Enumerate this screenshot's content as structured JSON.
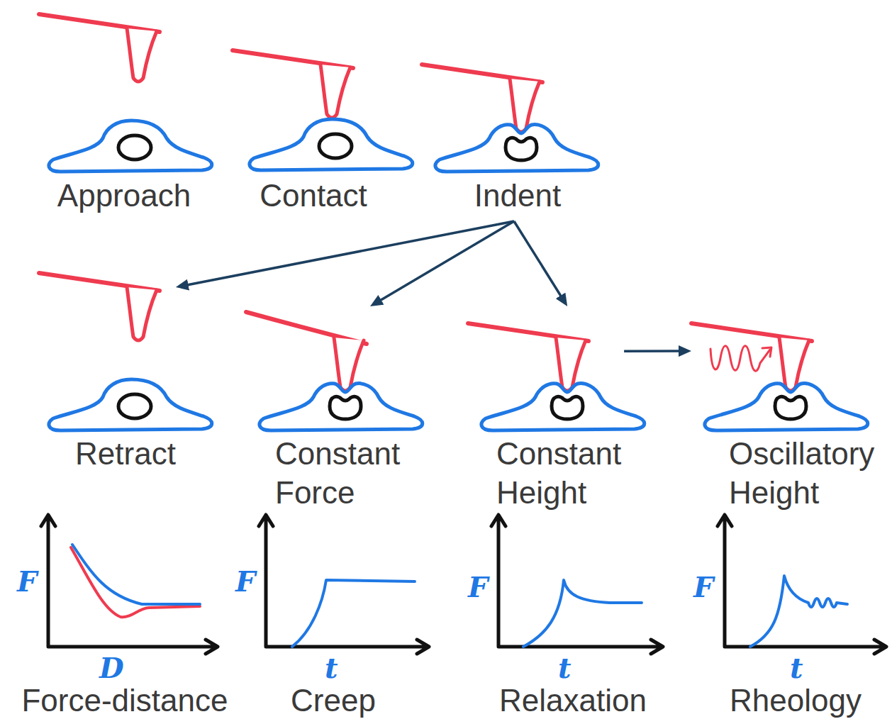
{
  "diagram": {
    "nodes": [
      {
        "text": [
          "Approach"
        ]
      },
      {
        "text": [
          "Contact"
        ]
      },
      {
        "text": [
          "Indent"
        ]
      },
      {
        "text": [
          "Retract"
        ]
      },
      {
        "text": [
          "Constant Force"
        ]
      },
      {
        "text": [
          "Constant Height"
        ]
      },
      {
        "text": [
          "Oscillatory Height"
        ]
      }
    ],
    "edges": [
      {
        "from": 2,
        "to": 3,
        "arrow": "to"
      },
      {
        "from": 2,
        "to": 4,
        "arrow": "to"
      },
      {
        "from": 2,
        "to": 5,
        "arrow": "to"
      },
      {
        "from": 5,
        "to": 6,
        "arrow": "to"
      }
    ],
    "labels": [
      "F",
      "D",
      "Force-distance",
      "F",
      "t",
      "Creep",
      "F",
      "t",
      "Relaxation",
      "F",
      "t",
      "Rheology"
    ]
  }
}
